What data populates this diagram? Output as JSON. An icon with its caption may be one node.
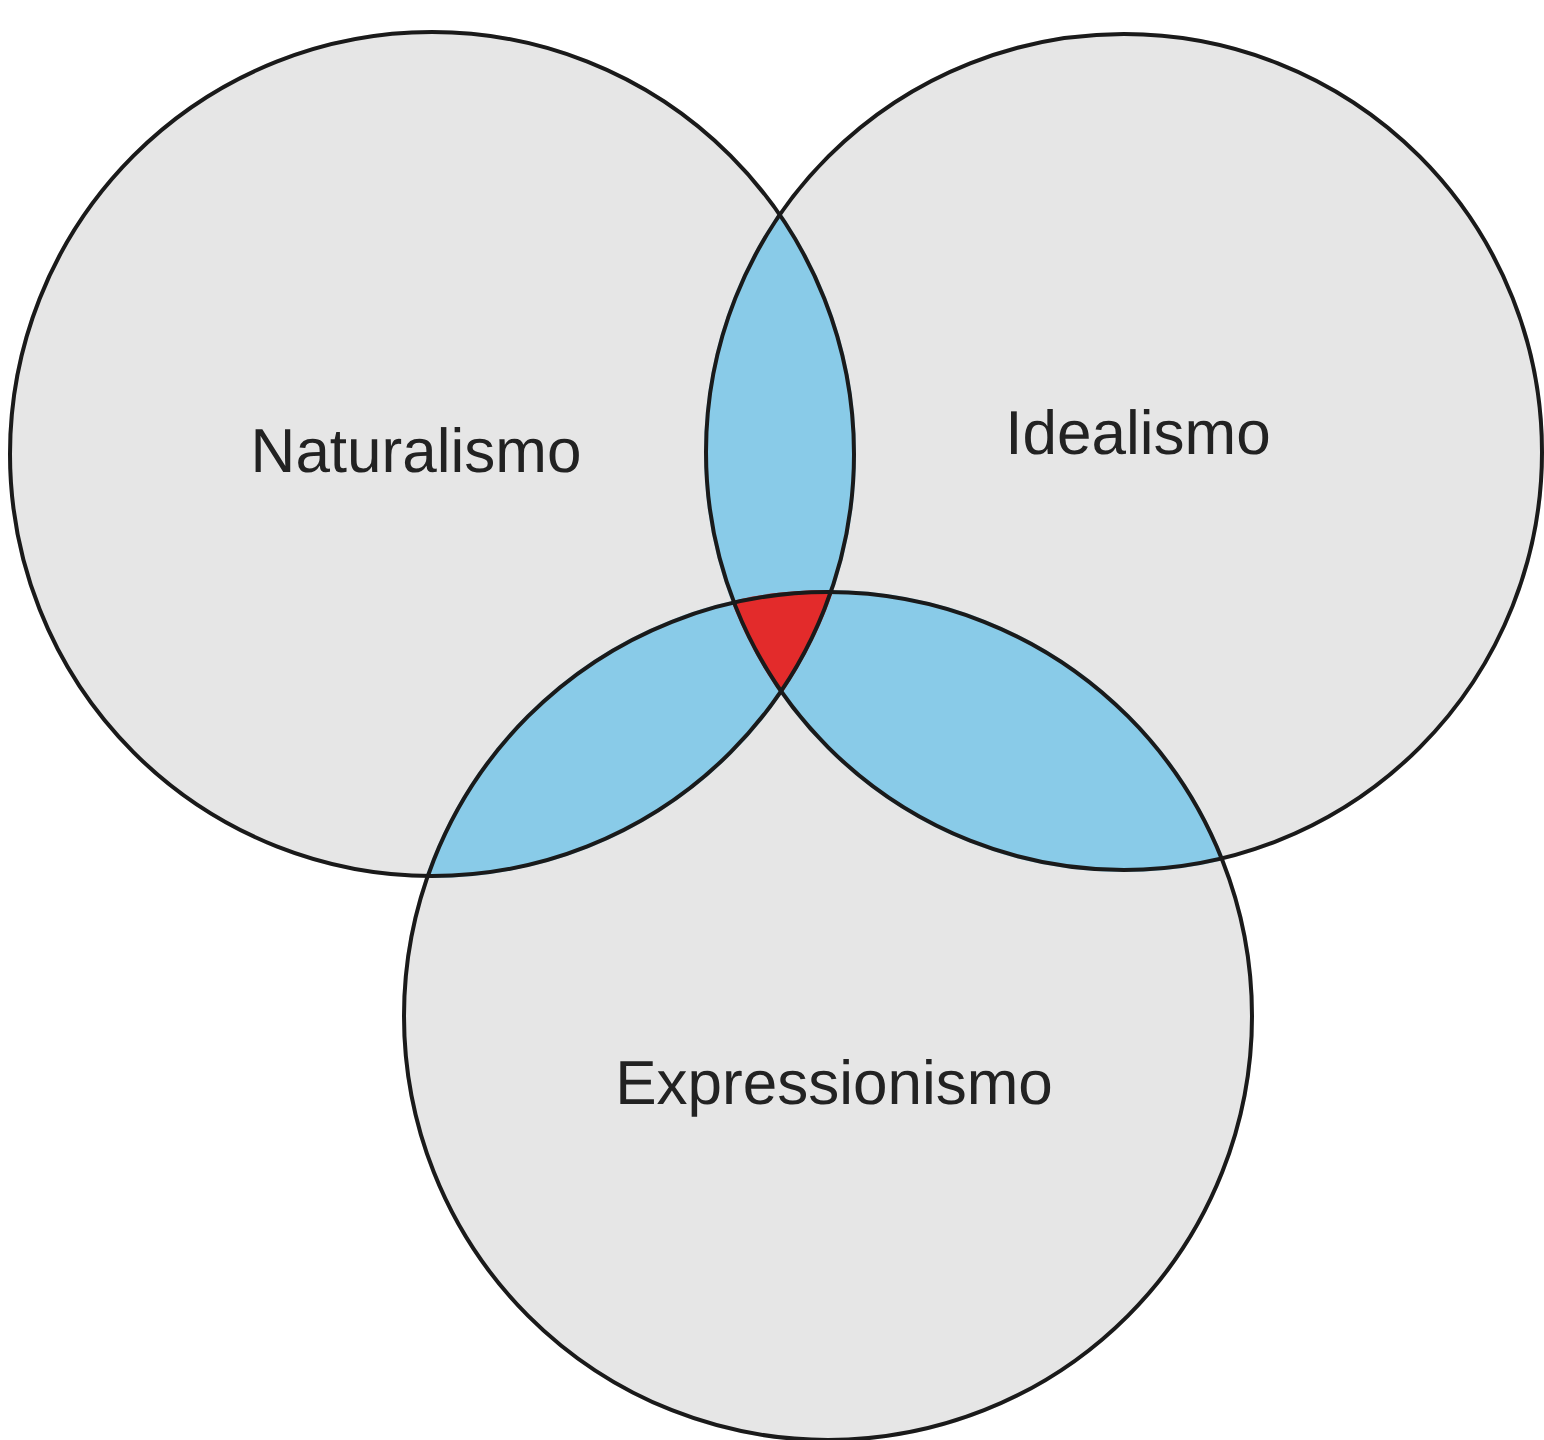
{
  "diagram": {
    "nodes": [
      {
        "text": [
          "Naturalismo"
        ]
      },
      {
        "text": [
          "Idealismo"
        ]
      },
      {
        "text": [
          "Expressionismo"
        ]
      }
    ]
  }
}
